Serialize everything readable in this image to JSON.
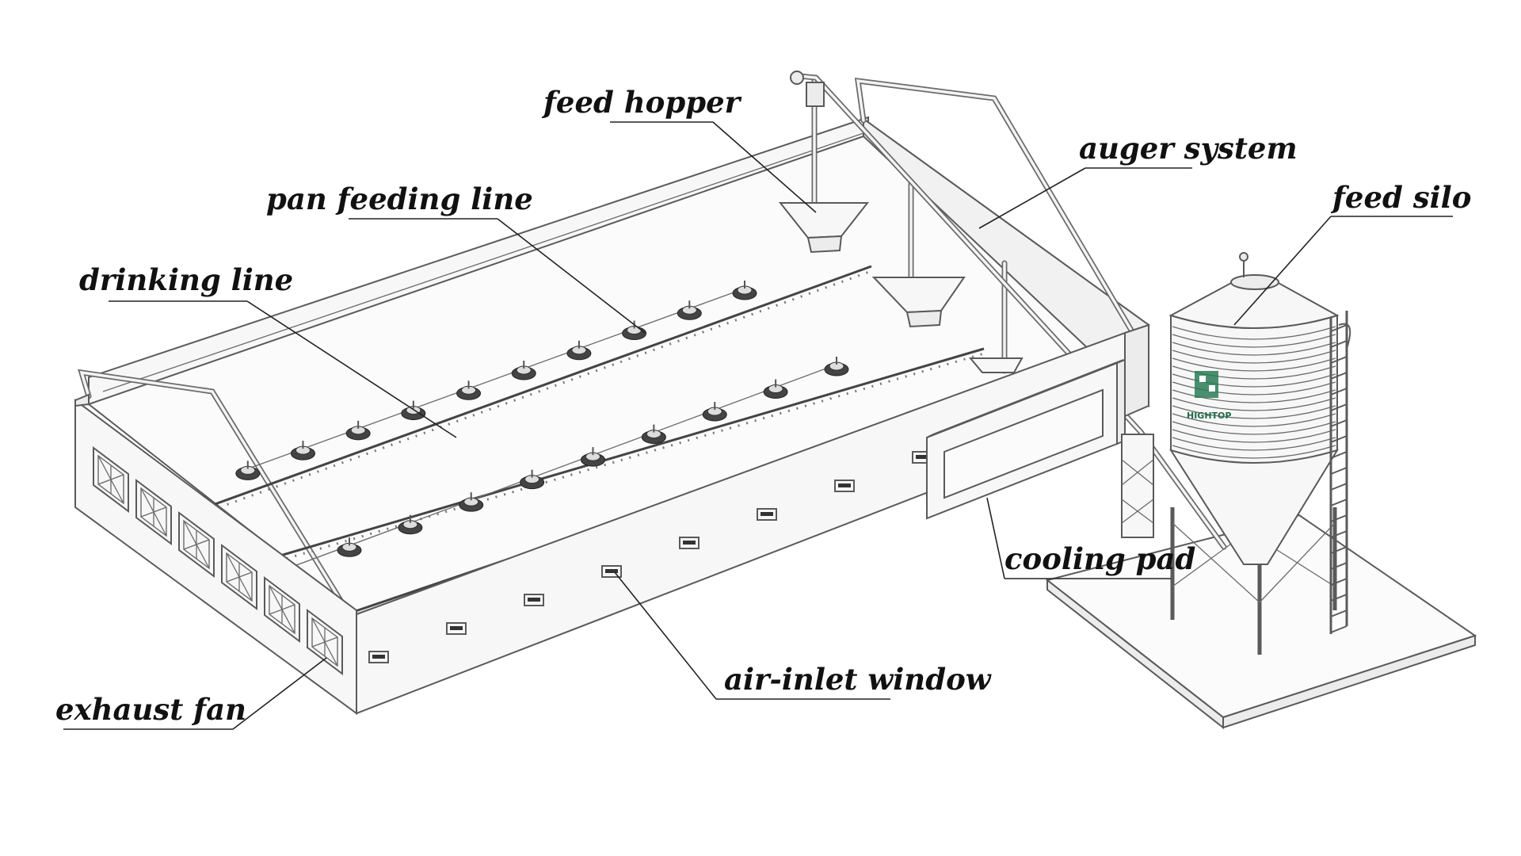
{
  "labels": {
    "feed_hopper": "feed hopper",
    "auger_system": "auger system",
    "feed_silo": "feed silo",
    "pan_feeding_line": "pan feeding line",
    "drinking_line": "drinking line",
    "cooling_pad": "cooling pad",
    "air_inlet_window": "air-inlet window",
    "exhaust_fan": "exhaust fan"
  },
  "silo_brand": "HIGHTOP",
  "colors": {
    "line_art": "#5a5a5a",
    "label_text": "#111111",
    "silo_logo": "#1f6b4a",
    "background": "#ffffff"
  }
}
